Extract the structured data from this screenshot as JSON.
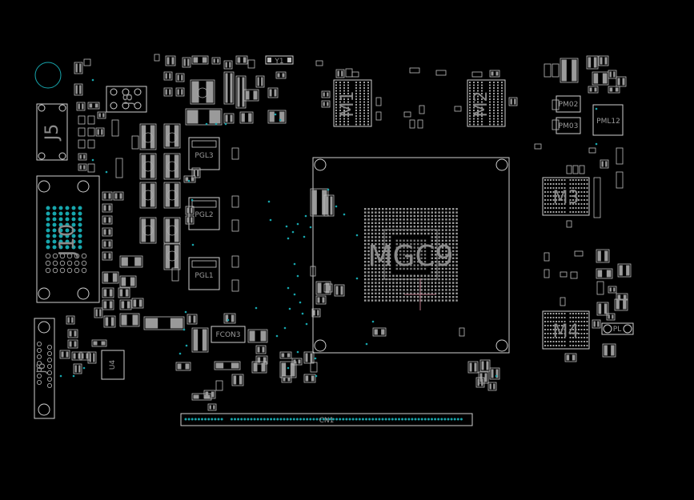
{
  "board": {
    "colors": {
      "background": "#000000",
      "silkscreen": "#cfcfcf",
      "via": "#17a6ad",
      "cross": "#b07080"
    },
    "labels": {
      "mgc9": "MGC9",
      "m1": "M1",
      "m2": "M2",
      "m3": "M3",
      "m4": "M4",
      "j5": "J5",
      "j10": "J10",
      "j8": "J8",
      "j6": "J6",
      "y1": "Y1",
      "pgl1": "PGL1",
      "pgl2": "PGL2",
      "pgl3": "PGL3",
      "cn1": "CN1",
      "fcon3": "FCON3",
      "u4": "U4",
      "pml12": "PML12",
      "pm02": "PM02",
      "pm03": "PM03",
      "pl": "PL"
    }
  }
}
